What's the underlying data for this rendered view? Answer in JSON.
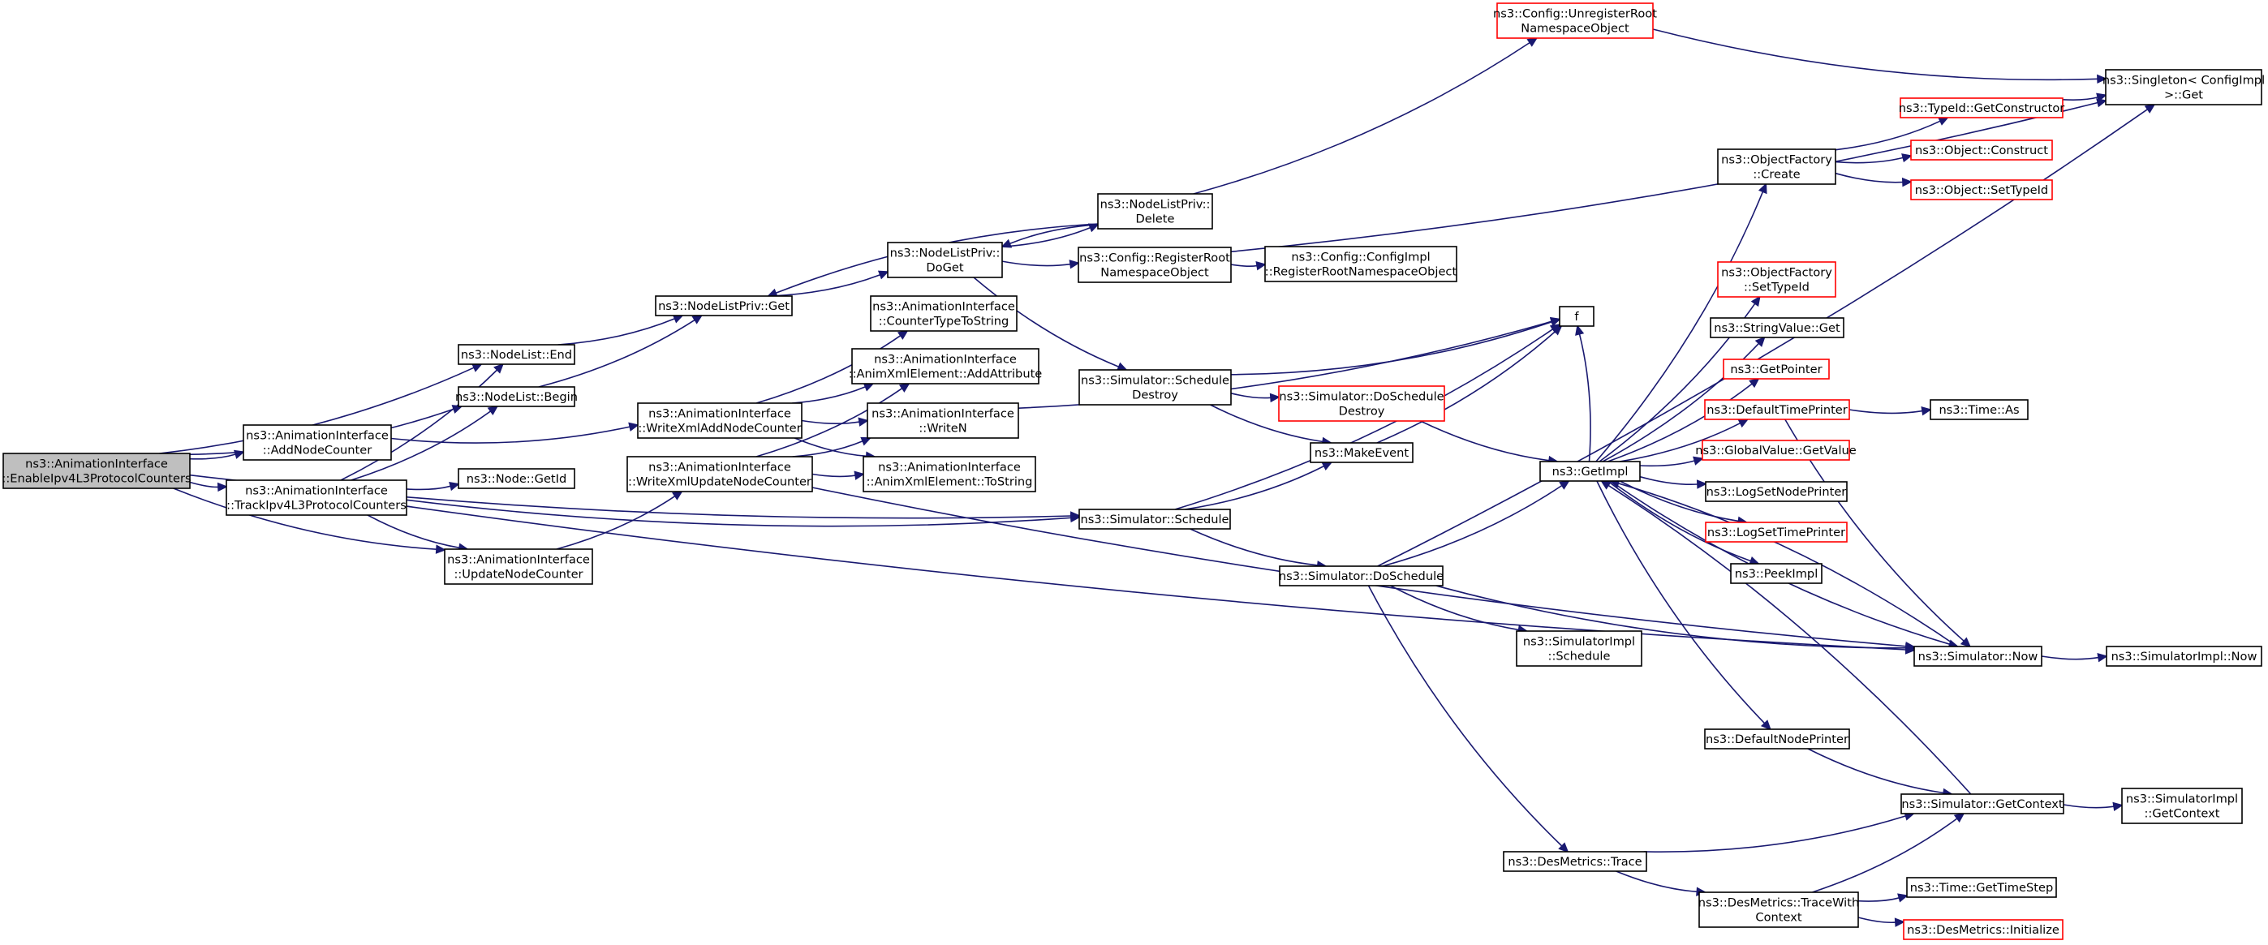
{
  "colors": {
    "edge": "#191970",
    "node_border": "#000000",
    "node_border_truncated": "#ff0000",
    "root_fill": "#bfbfbf",
    "background": "#ffffff"
  },
  "graph": {
    "nodes": [
      {
        "id": "enable",
        "lines": [
          "ns3::AnimationInterface",
          "::EnableIpv4L3ProtocolCounters"
        ],
        "style": "root"
      },
      {
        "id": "addNodeCounter",
        "lines": [
          "ns3::AnimationInterface",
          "::AddNodeCounter"
        ]
      },
      {
        "id": "trackIpv4",
        "lines": [
          "ns3::AnimationInterface",
          "::TrackIpv4L3ProtocolCounters"
        ]
      },
      {
        "id": "nodeListEnd",
        "lines": [
          "ns3::NodeList::End"
        ]
      },
      {
        "id": "nodeListBegin",
        "lines": [
          "ns3::NodeList::Begin"
        ]
      },
      {
        "id": "nodeGetId",
        "lines": [
          "ns3::Node::GetId"
        ]
      },
      {
        "id": "updateNodeCounter",
        "lines": [
          "ns3::AnimationInterface",
          "::UpdateNodeCounter"
        ]
      },
      {
        "id": "writeXmlAdd",
        "lines": [
          "ns3::AnimationInterface",
          "::WriteXmlAddNodeCounter"
        ]
      },
      {
        "id": "writeXmlUpdate",
        "lines": [
          "ns3::AnimationInterface",
          "::WriteXmlUpdateNodeCounter"
        ]
      },
      {
        "id": "nodeListPrivGet",
        "lines": [
          "ns3::NodeListPriv::Get"
        ]
      },
      {
        "id": "counterTypeToString",
        "lines": [
          "ns3::AnimationInterface",
          "::CounterTypeToString"
        ]
      },
      {
        "id": "addAttribute",
        "lines": [
          "ns3::AnimationInterface",
          "::AnimXmlElement::AddAttribute"
        ]
      },
      {
        "id": "writeN",
        "lines": [
          "ns3::AnimationInterface",
          "::WriteN"
        ]
      },
      {
        "id": "toString",
        "lines": [
          "ns3::AnimationInterface",
          "::AnimXmlElement::ToString"
        ]
      },
      {
        "id": "doGet",
        "lines": [
          "ns3::NodeListPriv::",
          "DoGet"
        ]
      },
      {
        "id": "nlpDelete",
        "lines": [
          "ns3::NodeListPriv::",
          "Delete"
        ]
      },
      {
        "id": "registerRoot",
        "lines": [
          "ns3::Config::RegisterRoot",
          "NamespaceObject"
        ]
      },
      {
        "id": "configImplRegister",
        "lines": [
          "ns3::Config::ConfigImpl",
          "::RegisterRootNamespaceObject"
        ]
      },
      {
        "id": "unregisterRoot",
        "lines": [
          "ns3::Config::UnregisterRoot",
          "NamespaceObject"
        ],
        "style": "red"
      },
      {
        "id": "singletonGet",
        "lines": [
          "ns3::Singleton< ConfigImpl",
          " >::Get"
        ]
      },
      {
        "id": "scheduleDestroy",
        "lines": [
          "ns3::Simulator::Schedule",
          "Destroy"
        ]
      },
      {
        "id": "doScheduleDestroy",
        "lines": [
          "ns3::Simulator::DoSchedule",
          "Destroy"
        ],
        "style": "red"
      },
      {
        "id": "fNode",
        "lines": [
          "f"
        ]
      },
      {
        "id": "makeEvent",
        "lines": [
          "ns3::MakeEvent"
        ]
      },
      {
        "id": "simSchedule",
        "lines": [
          "ns3::Simulator::Schedule"
        ]
      },
      {
        "id": "doSchedule",
        "lines": [
          "ns3::Simulator::DoSchedule"
        ]
      },
      {
        "id": "simImplSchedule",
        "lines": [
          "ns3::SimulatorImpl",
          "::Schedule"
        ]
      },
      {
        "id": "desTrace",
        "lines": [
          "ns3::DesMetrics::Trace"
        ]
      },
      {
        "id": "traceWithContext",
        "lines": [
          "ns3::DesMetrics::TraceWith",
          "Context"
        ]
      },
      {
        "id": "getImpl",
        "lines": [
          "ns3::GetImpl"
        ]
      },
      {
        "id": "objFactoryCreate",
        "lines": [
          "ns3::ObjectFactory",
          "::Create"
        ]
      },
      {
        "id": "getConstructor",
        "lines": [
          "ns3::TypeId::GetConstructor"
        ],
        "style": "red"
      },
      {
        "id": "objConstruct",
        "lines": [
          "ns3::Object::Construct"
        ],
        "style": "red"
      },
      {
        "id": "objSetTypeId",
        "lines": [
          "ns3::Object::SetTypeId"
        ],
        "style": "red"
      },
      {
        "id": "factorySetTypeId",
        "lines": [
          "ns3::ObjectFactory",
          "::SetTypeId"
        ],
        "style": "red"
      },
      {
        "id": "stringValueGet",
        "lines": [
          "ns3::StringValue::Get"
        ]
      },
      {
        "id": "getPointer",
        "lines": [
          "ns3::GetPointer"
        ],
        "style": "red"
      },
      {
        "id": "defaultTimePrinter",
        "lines": [
          "ns3::DefaultTimePrinter"
        ],
        "style": "red"
      },
      {
        "id": "timeAs",
        "lines": [
          "ns3::Time::As"
        ]
      },
      {
        "id": "globalValueGet",
        "lines": [
          "ns3::GlobalValue::GetValue"
        ],
        "style": "red"
      },
      {
        "id": "logSetNodePrinter",
        "lines": [
          "ns3::LogSetNodePrinter"
        ]
      },
      {
        "id": "logSetTimePrinter",
        "lines": [
          "ns3::LogSetTimePrinter"
        ],
        "style": "red"
      },
      {
        "id": "peekImpl",
        "lines": [
          "ns3::PeekImpl"
        ]
      },
      {
        "id": "simNow",
        "lines": [
          "ns3::Simulator::Now"
        ]
      },
      {
        "id": "simImplNow",
        "lines": [
          "ns3::SimulatorImpl::Now"
        ]
      },
      {
        "id": "defaultNodePrinter",
        "lines": [
          "ns3::DefaultNodePrinter"
        ]
      },
      {
        "id": "simGetContext",
        "lines": [
          "ns3::Simulator::GetContext"
        ]
      },
      {
        "id": "simImplGetContext",
        "lines": [
          "ns3::SimulatorImpl",
          "::GetContext"
        ]
      },
      {
        "id": "timeGetTimeStep",
        "lines": [
          "ns3::Time::GetTimeStep"
        ]
      },
      {
        "id": "desInitialize",
        "lines": [
          "ns3::DesMetrics::Initialize"
        ],
        "style": "red"
      }
    ],
    "edges": [
      [
        "enable",
        "nodeListEnd"
      ],
      [
        "enable",
        "nodeListBegin"
      ],
      [
        "enable",
        "addNodeCounter"
      ],
      [
        "enable",
        "trackIpv4"
      ],
      [
        "enable",
        "updateNodeCounter"
      ],
      [
        "enable",
        "simSchedule"
      ],
      [
        "addNodeCounter",
        "writeXmlAdd"
      ],
      [
        "trackIpv4",
        "nodeListEnd"
      ],
      [
        "trackIpv4",
        "nodeListBegin"
      ],
      [
        "trackIpv4",
        "nodeGetId"
      ],
      [
        "trackIpv4",
        "updateNodeCounter"
      ],
      [
        "trackIpv4",
        "simSchedule"
      ],
      [
        "trackIpv4",
        "simNow"
      ],
      [
        "nodeListEnd",
        "nodeListPrivGet"
      ],
      [
        "nodeListBegin",
        "nodeListPrivGet"
      ],
      [
        "nodeListPrivGet",
        "doGet"
      ],
      [
        "doGet",
        "nlpDelete"
      ],
      [
        "nlpDelete",
        "doGet"
      ],
      [
        "nlpDelete",
        "nodeListPrivGet"
      ],
      [
        "nlpDelete",
        "unregisterRoot"
      ],
      [
        "doGet",
        "registerRoot"
      ],
      [
        "doGet",
        "scheduleDestroy"
      ],
      [
        "registerRoot",
        "configImplRegister"
      ],
      [
        "registerRoot",
        "singletonGet"
      ],
      [
        "unregisterRoot",
        "singletonGet"
      ],
      [
        "updateNodeCounter",
        "writeXmlUpdate"
      ],
      [
        "writeXmlAdd",
        "counterTypeToString"
      ],
      [
        "writeXmlAdd",
        "addAttribute"
      ],
      [
        "writeXmlAdd",
        "writeN"
      ],
      [
        "writeXmlAdd",
        "toString"
      ],
      [
        "writeXmlUpdate",
        "addAttribute"
      ],
      [
        "writeXmlUpdate",
        "writeN"
      ],
      [
        "writeXmlUpdate",
        "toString"
      ],
      [
        "writeXmlUpdate",
        "simNow"
      ],
      [
        "writeN",
        "fNode"
      ],
      [
        "scheduleDestroy",
        "fNode"
      ],
      [
        "scheduleDestroy",
        "doScheduleDestroy"
      ],
      [
        "scheduleDestroy",
        "makeEvent"
      ],
      [
        "doScheduleDestroy",
        "getImpl"
      ],
      [
        "makeEvent",
        "fNode"
      ],
      [
        "simSchedule",
        "makeEvent"
      ],
      [
        "simSchedule",
        "fNode"
      ],
      [
        "simSchedule",
        "doSchedule"
      ],
      [
        "doSchedule",
        "getImpl"
      ],
      [
        "doSchedule",
        "simImplSchedule"
      ],
      [
        "doSchedule",
        "desTrace"
      ],
      [
        "doSchedule",
        "simNow"
      ],
      [
        "doSchedule",
        "singletonGet"
      ],
      [
        "desTrace",
        "simGetContext"
      ],
      [
        "desTrace",
        "traceWithContext"
      ],
      [
        "traceWithContext",
        "simGetContext"
      ],
      [
        "traceWithContext",
        "timeGetTimeStep"
      ],
      [
        "traceWithContext",
        "desInitialize"
      ],
      [
        "getImpl",
        "objFactoryCreate"
      ],
      [
        "getImpl",
        "factorySetTypeId"
      ],
      [
        "getImpl",
        "stringValueGet"
      ],
      [
        "getImpl",
        "getPointer"
      ],
      [
        "getImpl",
        "defaultTimePrinter"
      ],
      [
        "getImpl",
        "globalValueGet"
      ],
      [
        "getImpl",
        "logSetNodePrinter"
      ],
      [
        "getImpl",
        "logSetTimePrinter"
      ],
      [
        "getImpl",
        "peekImpl"
      ],
      [
        "getImpl",
        "simNow"
      ],
      [
        "getImpl",
        "defaultNodePrinter"
      ],
      [
        "getImpl",
        "fNode"
      ],
      [
        "objFactoryCreate",
        "getConstructor"
      ],
      [
        "objFactoryCreate",
        "objConstruct"
      ],
      [
        "objFactoryCreate",
        "objSetTypeId"
      ],
      [
        "getConstructor",
        "singletonGet"
      ],
      [
        "defaultTimePrinter",
        "timeAs"
      ],
      [
        "defaultTimePrinter",
        "simNow"
      ],
      [
        "simNow",
        "getImpl"
      ],
      [
        "simNow",
        "simImplNow"
      ],
      [
        "defaultNodePrinter",
        "simGetContext"
      ],
      [
        "simGetContext",
        "getImpl"
      ],
      [
        "simGetContext",
        "simImplGetContext"
      ]
    ]
  }
}
